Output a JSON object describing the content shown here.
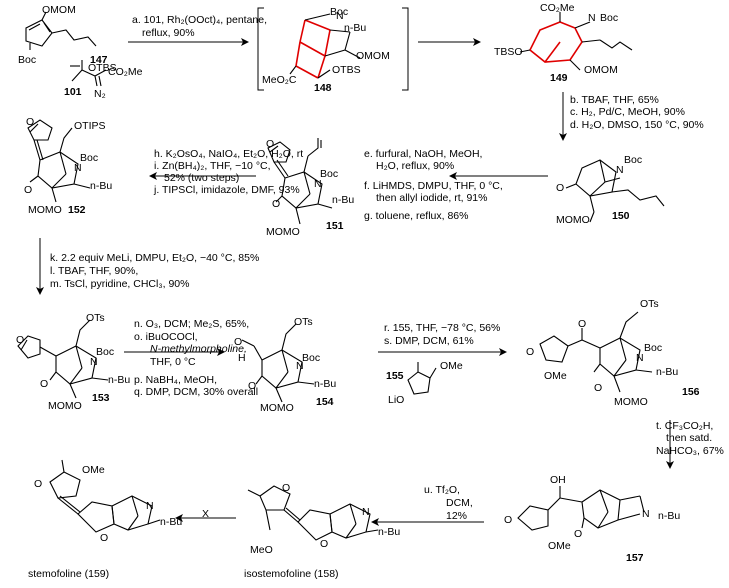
{
  "compounds": {
    "c147": "147",
    "c101": "101",
    "c148": "148",
    "c149": "149",
    "c150": "150",
    "c151": "151",
    "c152": "152",
    "c153": "153",
    "c154": "154",
    "c155": "155",
    "c156": "156",
    "c157": "157",
    "stemofoline": "stemofoline (159)",
    "isostemofoline": "isostemofoline (158)"
  },
  "atoms": {
    "OMOM": "OMOM",
    "Boc": "Boc",
    "N": "N",
    "nBu": "n-Bu",
    "OTBS": "OTBS",
    "CO2Me": "CO₂Me",
    "N2": "N₂",
    "MeO2C": "MeO₂C",
    "TBSO": "TBSO",
    "MOMO": "MOMO",
    "OTIPS": "OTIPS",
    "OTs": "OTs",
    "O": "O",
    "H": "H",
    "OMe": "OMe",
    "LiO": "LiO",
    "OH": "OH",
    "MeO": "MeO"
  },
  "steps": {
    "a1": "a. 101, Rh₂(OOct)₄, pentane,",
    "a2": "reflux, 90%",
    "b": "b. TBAF, THF, 65%",
    "c": "c. H₂, Pd/C, MeOH, 90%",
    "d": "d. H₂O, DMSO, 150 °C, 90%",
    "e1": "e. furfural, NaOH, MeOH,",
    "e2": "H₂O, reflux, 90%",
    "f1": "f. LiHMDS, DMPU, THF, 0 °C,",
    "f2": "then allyl iodide, rt, 91%",
    "g": "g. toluene, reflux, 86%",
    "h": "h. K₂OsO₄, NaIO₄, Et₂O, H₂O, rt",
    "i1": "i. Zn(BH₄)₂, THF, −10 °C,",
    "i2": "52% (two steps)",
    "j": "j. TIPSCl, imidazole, DMF, 93%",
    "k": "k. 2.2 equiv MeLi, DMPU, Et₂O, −40 °C, 85%",
    "l": "l. TBAF, THF, 90%,",
    "m": "m. TsCl, pyridine, CHCl₃, 90%",
    "n": "n. O₃, DCM; Me₂S, 65%,",
    "o1": "o. iBuOCOCl,",
    "o2": "N-methylmorpholine,",
    "o3": "THF, 0 °C",
    "p": "p. NaBH₄, MeOH,",
    "q": "q. DMP, DCM, 30% overall",
    "r": "r. 155, THF, −78 °C, 56%",
    "s": "s. DMP, DCM, 61%",
    "t1": "t. CF₃CO₂H,",
    "t2": "then satd.",
    "t3": "NaHCO₃, 67%",
    "u1": "u. Tf₂O,",
    "u2": "DCM,",
    "u3": "12%",
    "x": "X"
  }
}
